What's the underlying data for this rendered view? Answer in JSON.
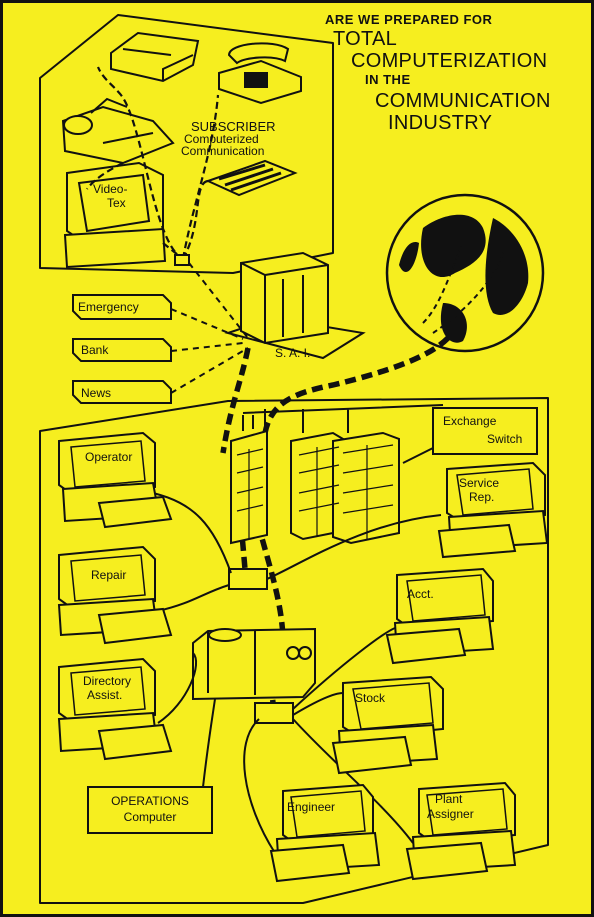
{
  "header": {
    "line1": "ARE WE PREPARED FOR",
    "line2": "TOTAL",
    "line3": "COMPUTERIZATION",
    "line4": "IN THE",
    "line5": "COMMUNICATION",
    "line6": "INDUSTRY"
  },
  "subscriber": {
    "title": "SUBSCRIBER",
    "line2": "Computerized",
    "line3": "Communication",
    "screen_line1": "Video-",
    "screen_line2": "Tex"
  },
  "services": [
    "Emergency",
    "Bank",
    "News"
  ],
  "sai_label": "S. A. I.",
  "exchange": {
    "line1": "Exchange",
    "line2": "Switch"
  },
  "terminals_left": [
    {
      "line1": "Operator",
      "line2": ""
    },
    {
      "line1": "Repair",
      "line2": ""
    },
    {
      "line1": "Directory",
      "line2": "Assist."
    }
  ],
  "terminals_right": [
    {
      "line1": "Service",
      "line2": "Rep."
    },
    {
      "line1": "Acct.",
      "line2": ""
    },
    {
      "line1": "Stock",
      "line2": ""
    },
    {
      "line1": "Plant",
      "line2": "Assigner"
    }
  ],
  "terminal_bottom": {
    "line1": "Engineer"
  },
  "operations": {
    "line1": "OPERATIONS",
    "line2": "Computer"
  },
  "colors": {
    "background": "#f6ee1f",
    "ink": "#111111"
  }
}
